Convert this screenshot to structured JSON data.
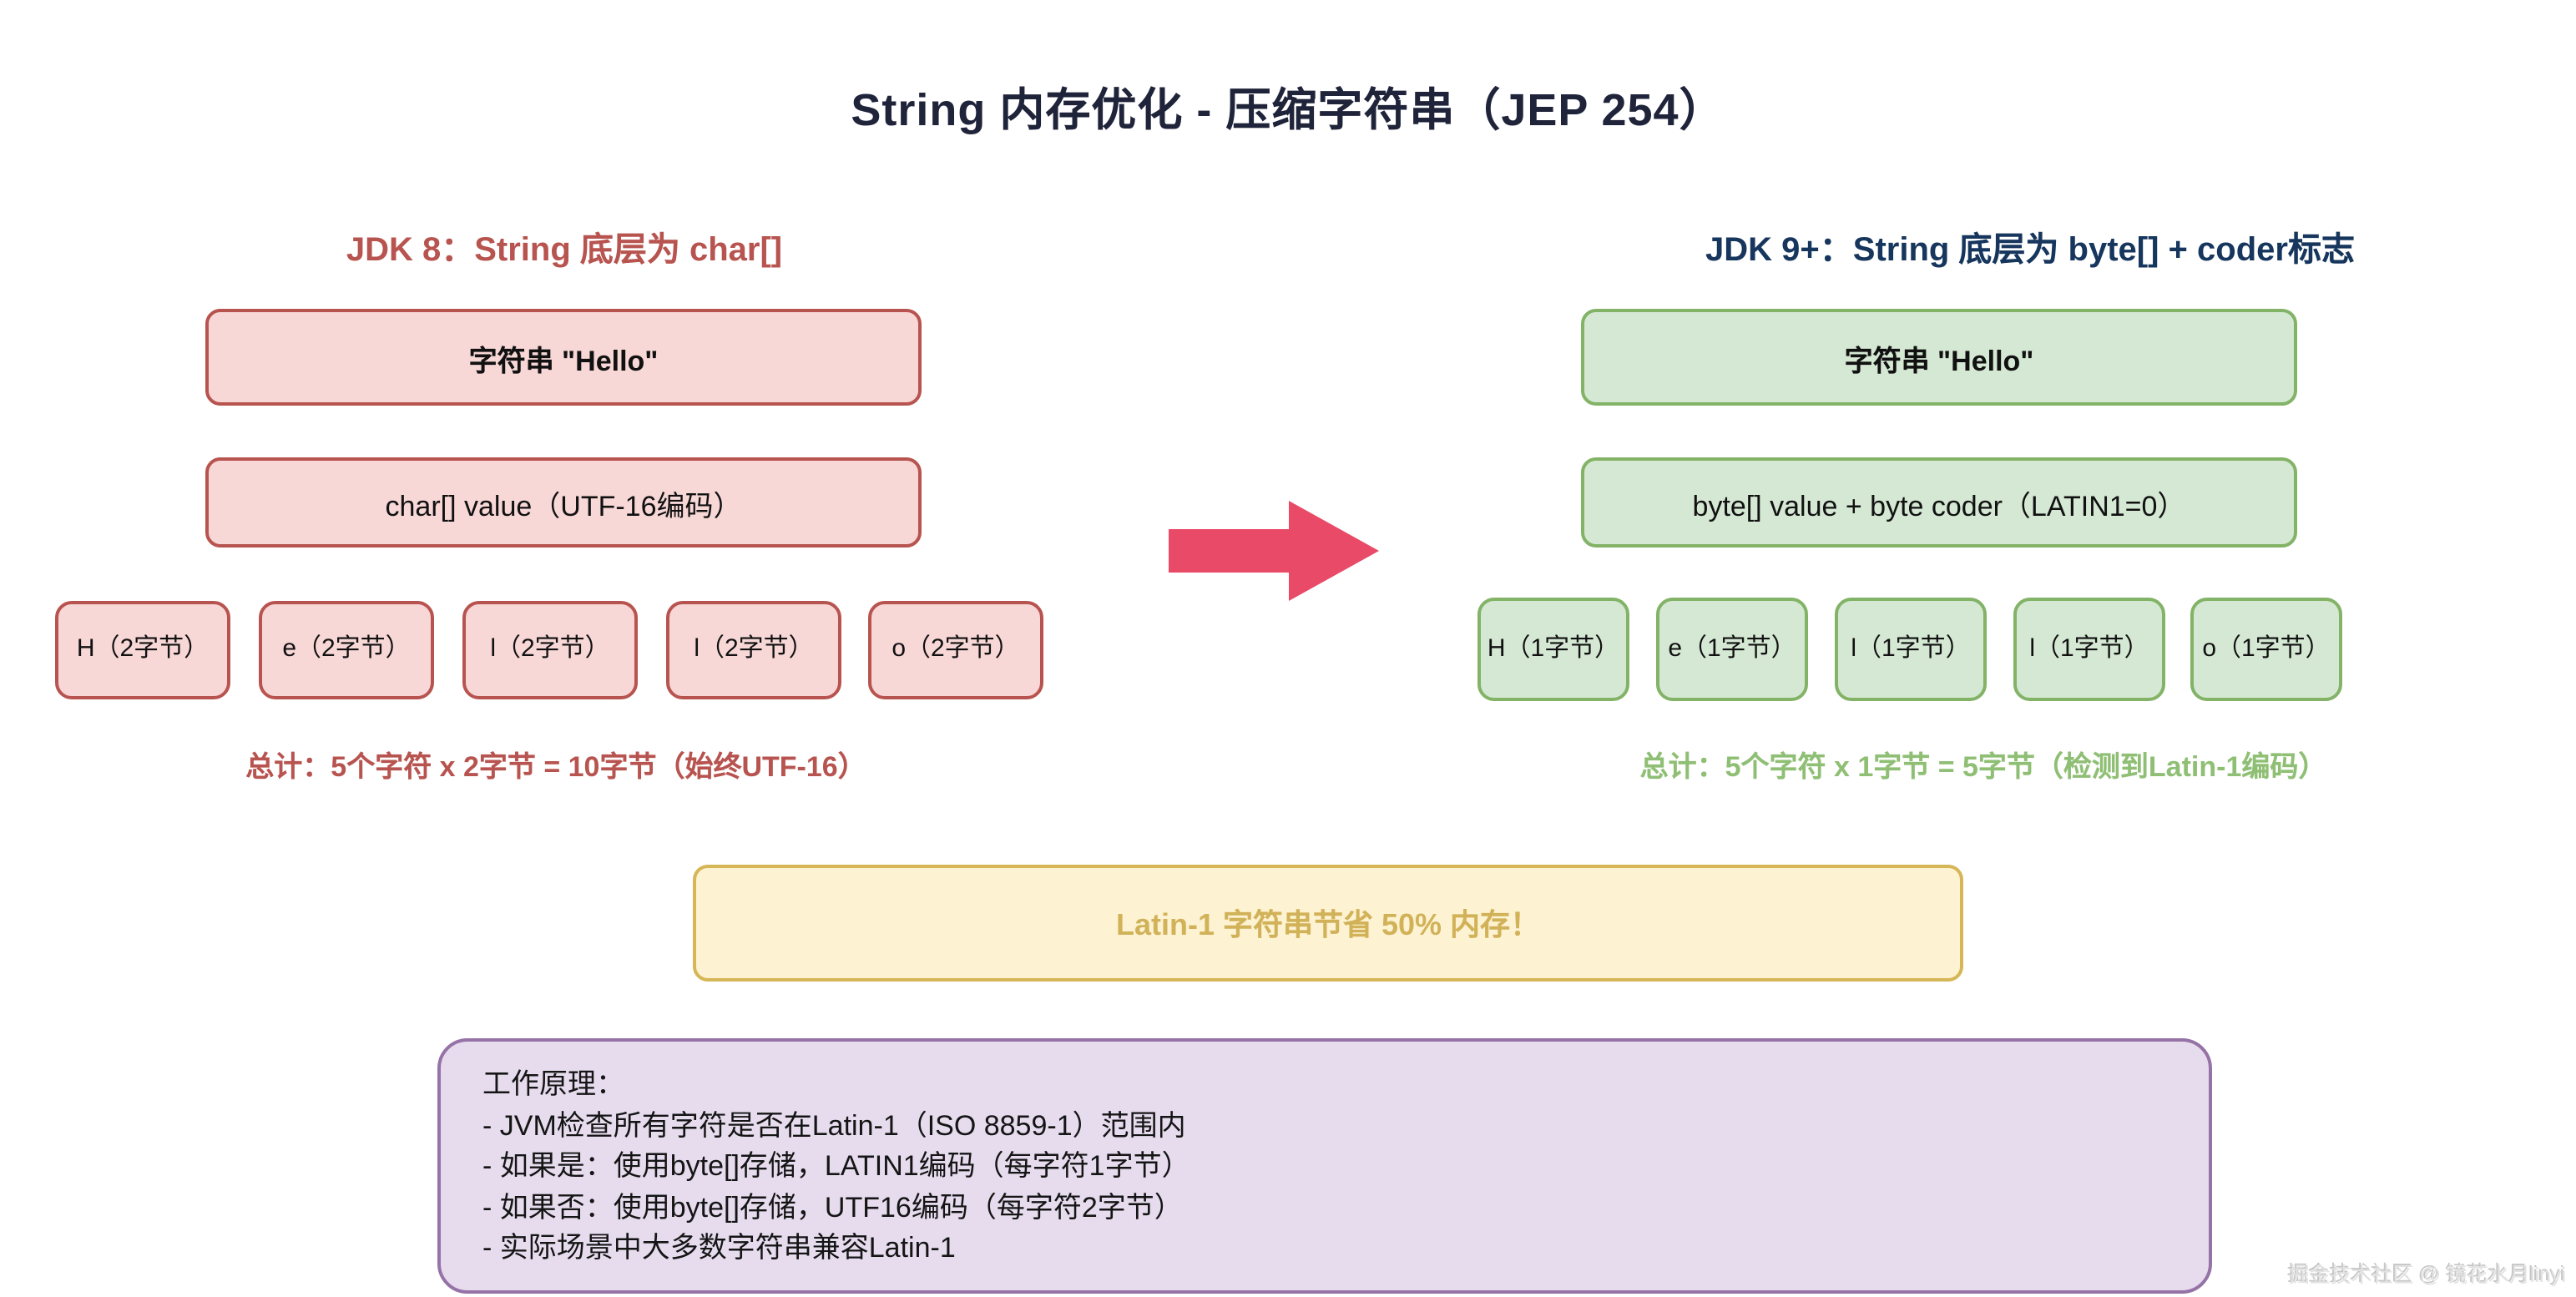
{
  "title": "String 内存优化 - 压缩字符串（JEP 254）",
  "jdk8": {
    "heading": "JDK 8：String 底层为 char[]",
    "string_box": "字符串 \"Hello\"",
    "storage_box": "char[] value（UTF-16编码）",
    "chars": [
      "H（2字节）",
      "e（2字节）",
      "l（2字节）",
      "l（2字节）",
      "o（2字节）"
    ],
    "total": "总计：5个字符 x 2字节 = 10字节（始终UTF-16）"
  },
  "jdk9": {
    "heading": "JDK 9+：String 底层为 byte[] + coder标志",
    "string_box": "字符串 \"Hello\"",
    "storage_box": "byte[] value + byte coder（LATIN1=0）",
    "chars": [
      "H（1字节）",
      "e（1字节）",
      "l（1字节）",
      "l（1字节）",
      "o（1字节）"
    ],
    "total": "总计：5个字符 x 1字节 = 5字节（检测到Latin-1编码）"
  },
  "benefit": {
    "text": "Latin-1 字符串节省 50% 内存！"
  },
  "principle": {
    "lines": [
      "工作原理：",
      "- JVM检查所有字符是否在Latin-1（ISO 8859-1）范围内",
      "- 如果是：使用byte[]存储，LATIN1编码（每字符1字节）",
      "- 如果否：使用byte[]存储，UTF16编码（每字符2字节）",
      "- 实际场景中大多数字符串兼容Latin-1"
    ]
  },
  "watermark": "掘金技术社区 @ 镜花水月linyi",
  "colors": {
    "title_text": "#20243a",
    "jdk8_heading": "#b85450",
    "jdk9_heading": "#17365d",
    "pink_fill": "#f8d7d7",
    "pink_border": "#b85450",
    "green_fill": "#d5e8d4",
    "green_border": "#82b366",
    "green_text": "#8fbf74",
    "yellow_fill": "#fdf3d2",
    "yellow_border": "#d6b656",
    "yellow_text": "#d2b259",
    "purple_fill": "#e6dcee",
    "purple_border": "#9673a6",
    "arrow": "#e94a67"
  }
}
